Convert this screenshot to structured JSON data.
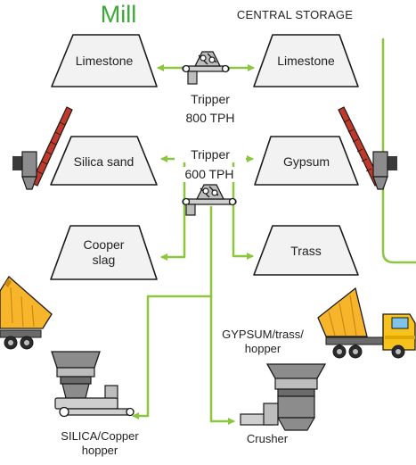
{
  "header": {
    "mill_title": "Mill",
    "storage_title": "CENTRAL STORAGE"
  },
  "piles": {
    "limestone_left": "Limestone",
    "limestone_right": "Limestone",
    "silica_sand": "Silica sand",
    "gypsum": "Gypsum",
    "cooper_slag_line1": "Cooper",
    "cooper_slag_line2": "slag",
    "trass": "Trass"
  },
  "trippers": {
    "upper_name": "Tripper",
    "upper_capacity": "800 TPH",
    "lower_name": "Tripper",
    "lower_capacity": "600 TPH"
  },
  "hoppers": {
    "gypsum_line1": "GYPSUM/trass/",
    "gypsum_line2": "hopper",
    "silica_line1": "SILICA/Copper",
    "silica_line2": "hopper",
    "crusher": "Crusher"
  },
  "colors": {
    "mill_green": "#3aaa35",
    "flow_green": "#8cc63f",
    "pile_fill": "#f2f2f2",
    "outline": "#1a1a1a",
    "truck_bed": "#f7b52c",
    "reclaimer_arm": "#c0392b",
    "machine_grey": "#8c8c8c"
  }
}
